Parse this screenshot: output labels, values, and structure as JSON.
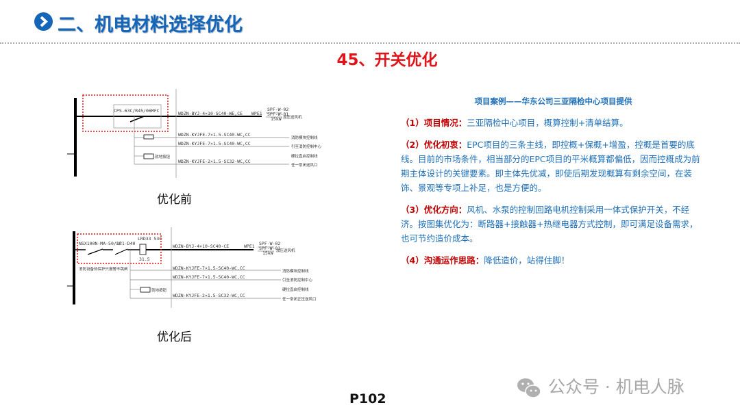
{
  "header": {
    "title": "二、机电材料选择优化",
    "icon": "chevron-right-circle-icon",
    "color": "#1565b8"
  },
  "subtitle": "45、开关优化",
  "before": {
    "caption": "优化前",
    "breaker": "CPS-63C/R45/06MFC",
    "main_cable": "WDZN-BYJ-4×10-SC40-WE,CE",
    "circuit": "WPE1",
    "equip_top": "SPF-W-02",
    "equip_mid": "SPF-W-01",
    "power": "15kW",
    "load": "加压送风机",
    "branch_cables": [
      "WDZN-KYJFE-7×1.5-SC40-WC,CC",
      "WDZN-KYJFE-7×1.5-SC40-WC,CC",
      "WDZN-KYJFE-2×1.5-SC32-WC,CC"
    ],
    "branch_labels": [
      "消防模块控制线",
      "引至消防控制中心",
      "硬拉直启控制线",
      "任一常闭送风口"
    ],
    "button": "就地按钮"
  },
  "after": {
    "caption": "优化后",
    "breaker": "NSX100N-MA-50/3P",
    "contactor": "LC1-D40",
    "relay": "LRD33 53C",
    "relay_setting": "31.5",
    "note": "消防设备热保护只报警不跳闸",
    "main_cable": "WDZN-BYJ-4×10-SC40-CE",
    "circuit": "WPE1",
    "equip_top": "SPF-W-02",
    "equip_mid": "SPF-W-01",
    "power": "15kW",
    "load": "加压送风机",
    "branch_cables": [
      "WDZN-KYJFE-7×1.5-SC40-WC,CC",
      "WDZN-KYJFE-7×1.5-SC40-WC,CC",
      "WDZN-KYJFE-2×1.5-SC32-WC,CC"
    ],
    "branch_labels": [
      "消防模块控制线",
      "引至消防控制中心",
      "硬拉直启控制线",
      "任一常闭正压送风口"
    ],
    "button": "就地按钮"
  },
  "case": {
    "title": "项目案例——华东公司三亚隔检中心项目提供",
    "items": [
      {
        "key": "（1）项目情况：",
        "text": "三亚隔检中心项目，概算控制+清单结算。"
      },
      {
        "key": "（2）优化初衷：",
        "text": "EPC项目的三条主线，即控概+保概+增盈，控概是首要的底线。目前的市场条件，相当部分的EPC项目的平米概算都偏低，因而控概成为前期主体设计的关键要素。即主体先优减，即使后期发现概算有剩余空间，在装饰、景观等专项上补足，也是方便的。"
      },
      {
        "key": "（3）优化方向：",
        "text": "风机、水泵的控制回路电机控制采用一体式保护开关，不经济。按图集优化为：断路器+接触器+热继电器方式控制，即可满足设备需求，也可节约造价成本。"
      },
      {
        "key": "（4）沟通运作思路：",
        "text": "降低造价，站得住脚！"
      }
    ],
    "text_color": "#1e6fb8",
    "key_color": "#c00000"
  },
  "page": "P102",
  "watermark": {
    "text": "公众号 · 机电人脉",
    "icon": "wechat-icon"
  }
}
